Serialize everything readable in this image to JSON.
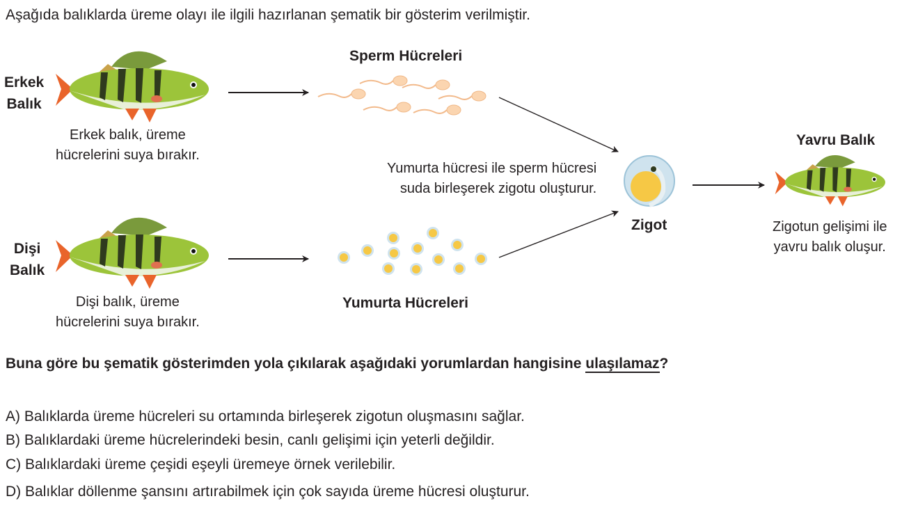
{
  "intro": "Aşağıda balıklarda üreme olayı ile ilgili hazırlanan şematik bir gösterim verilmiştir.",
  "diagram": {
    "male_label_1": "Erkek",
    "male_label_2": "Balık",
    "male_caption_1": "Erkek balık, üreme",
    "male_caption_2": "hücrelerini suya bırakır.",
    "female_label_1": "Dişi",
    "female_label_2": "Balık",
    "female_caption_1": "Dişi balık, üreme",
    "female_caption_2": "hücrelerini suya bırakır.",
    "sperm_label": "Sperm Hücreleri",
    "egg_label": "Yumurta Hücreleri",
    "fusion_caption_1": "Yumurta hücresi ile sperm hücresi",
    "fusion_caption_2": "suda birleşerek zigotu oluşturur.",
    "zygote_label": "Zigot",
    "offspring_label": "Yavru Balık",
    "offspring_caption_1": "Zigotun gelişimi ile",
    "offspring_caption_2": "yavru balık oluşur."
  },
  "question": {
    "text": "Buna göre bu şematik gösterimden yola çıkılarak aşağıdaki yorumlardan hangisine ",
    "emphasis": "ulaşılamaz",
    "end": "?"
  },
  "options": [
    {
      "letter": "A)",
      "text": "Balıklarda üreme hücreleri su ortamında birleşerek zigotun oluşmasını sağlar."
    },
    {
      "letter": "B)",
      "text": "Balıklardaki üreme hücrelerindeki besin, canlı gelişimi için yeterli değildir."
    },
    {
      "letter": "C)",
      "text": "Balıklardaki üreme çeşidi eşeyli üremeye örnek verilebilir."
    },
    {
      "letter": "D)",
      "text": "Balıklar döllenme şansını artırabilmek için çok sayıda üreme hücresi oluşturur."
    }
  ]
}
